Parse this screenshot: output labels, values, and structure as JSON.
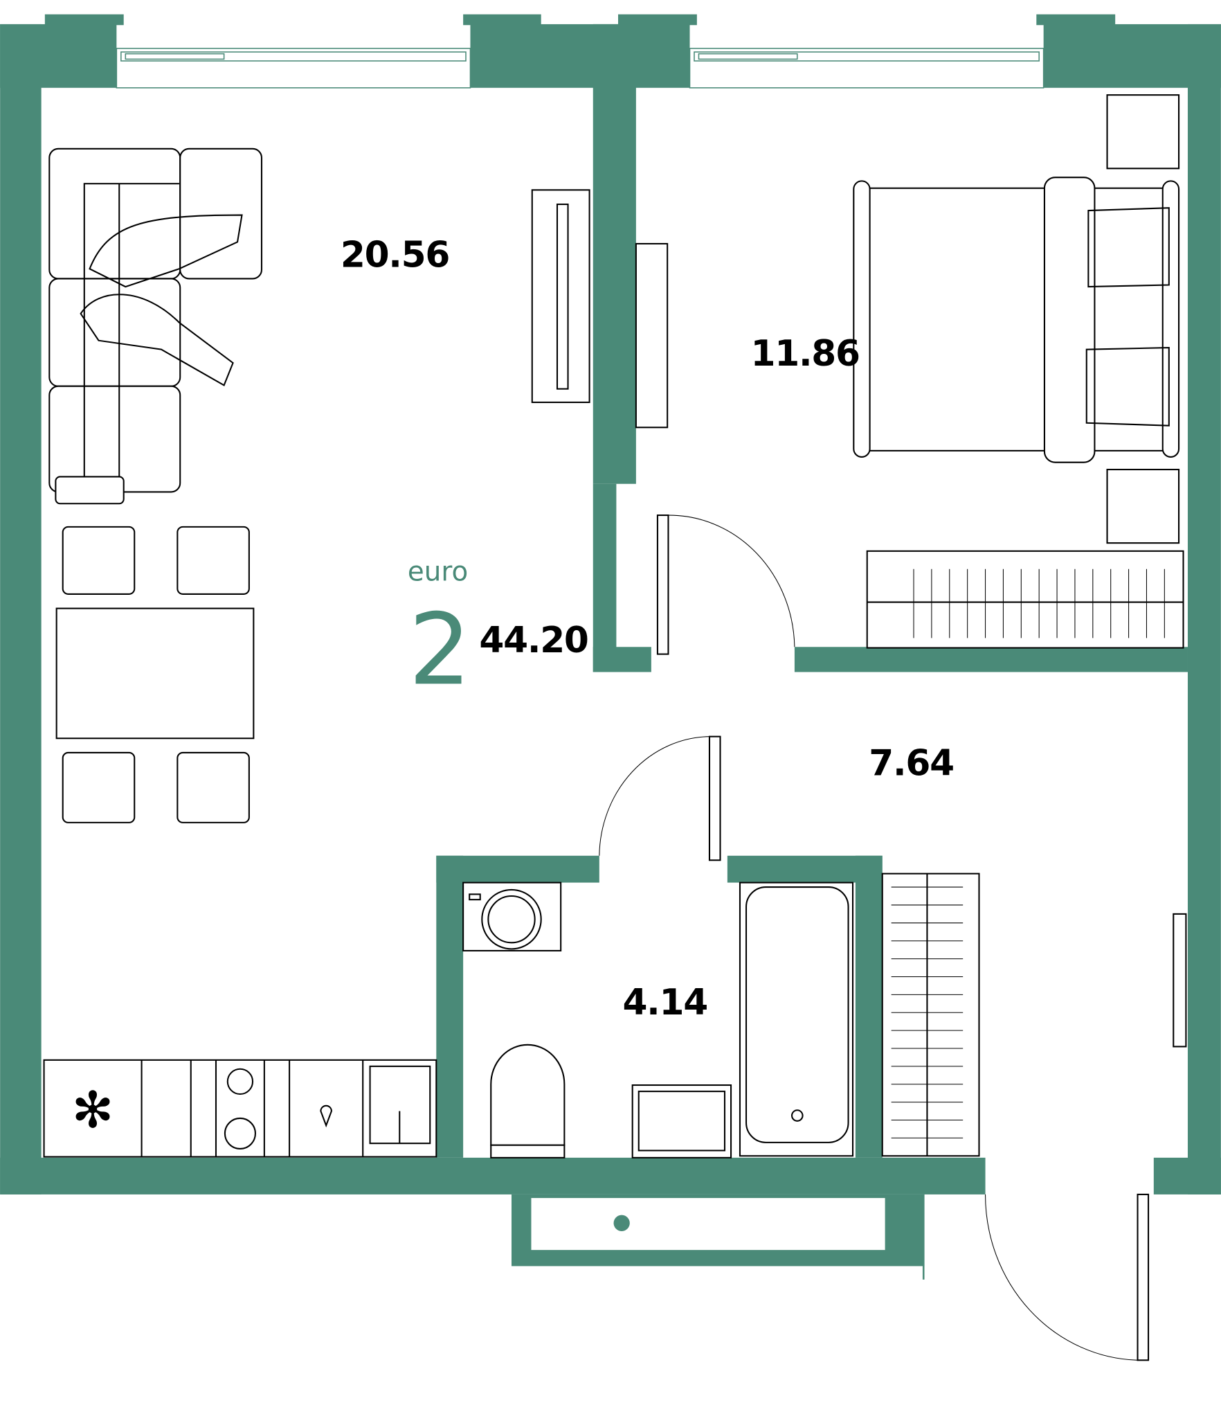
{
  "colors": {
    "wall": "#4a8a78",
    "text": "#000000",
    "accent": "#4a8a78"
  },
  "plan": {
    "type_label": "euro",
    "rooms_count": "2",
    "total_area": "44.20",
    "rooms": [
      {
        "name": "living-kitchen",
        "area": "20.56"
      },
      {
        "name": "bedroom",
        "area": "11.86"
      },
      {
        "name": "hallway",
        "area": "7.64"
      },
      {
        "name": "bathroom",
        "area": "4.14"
      }
    ]
  }
}
